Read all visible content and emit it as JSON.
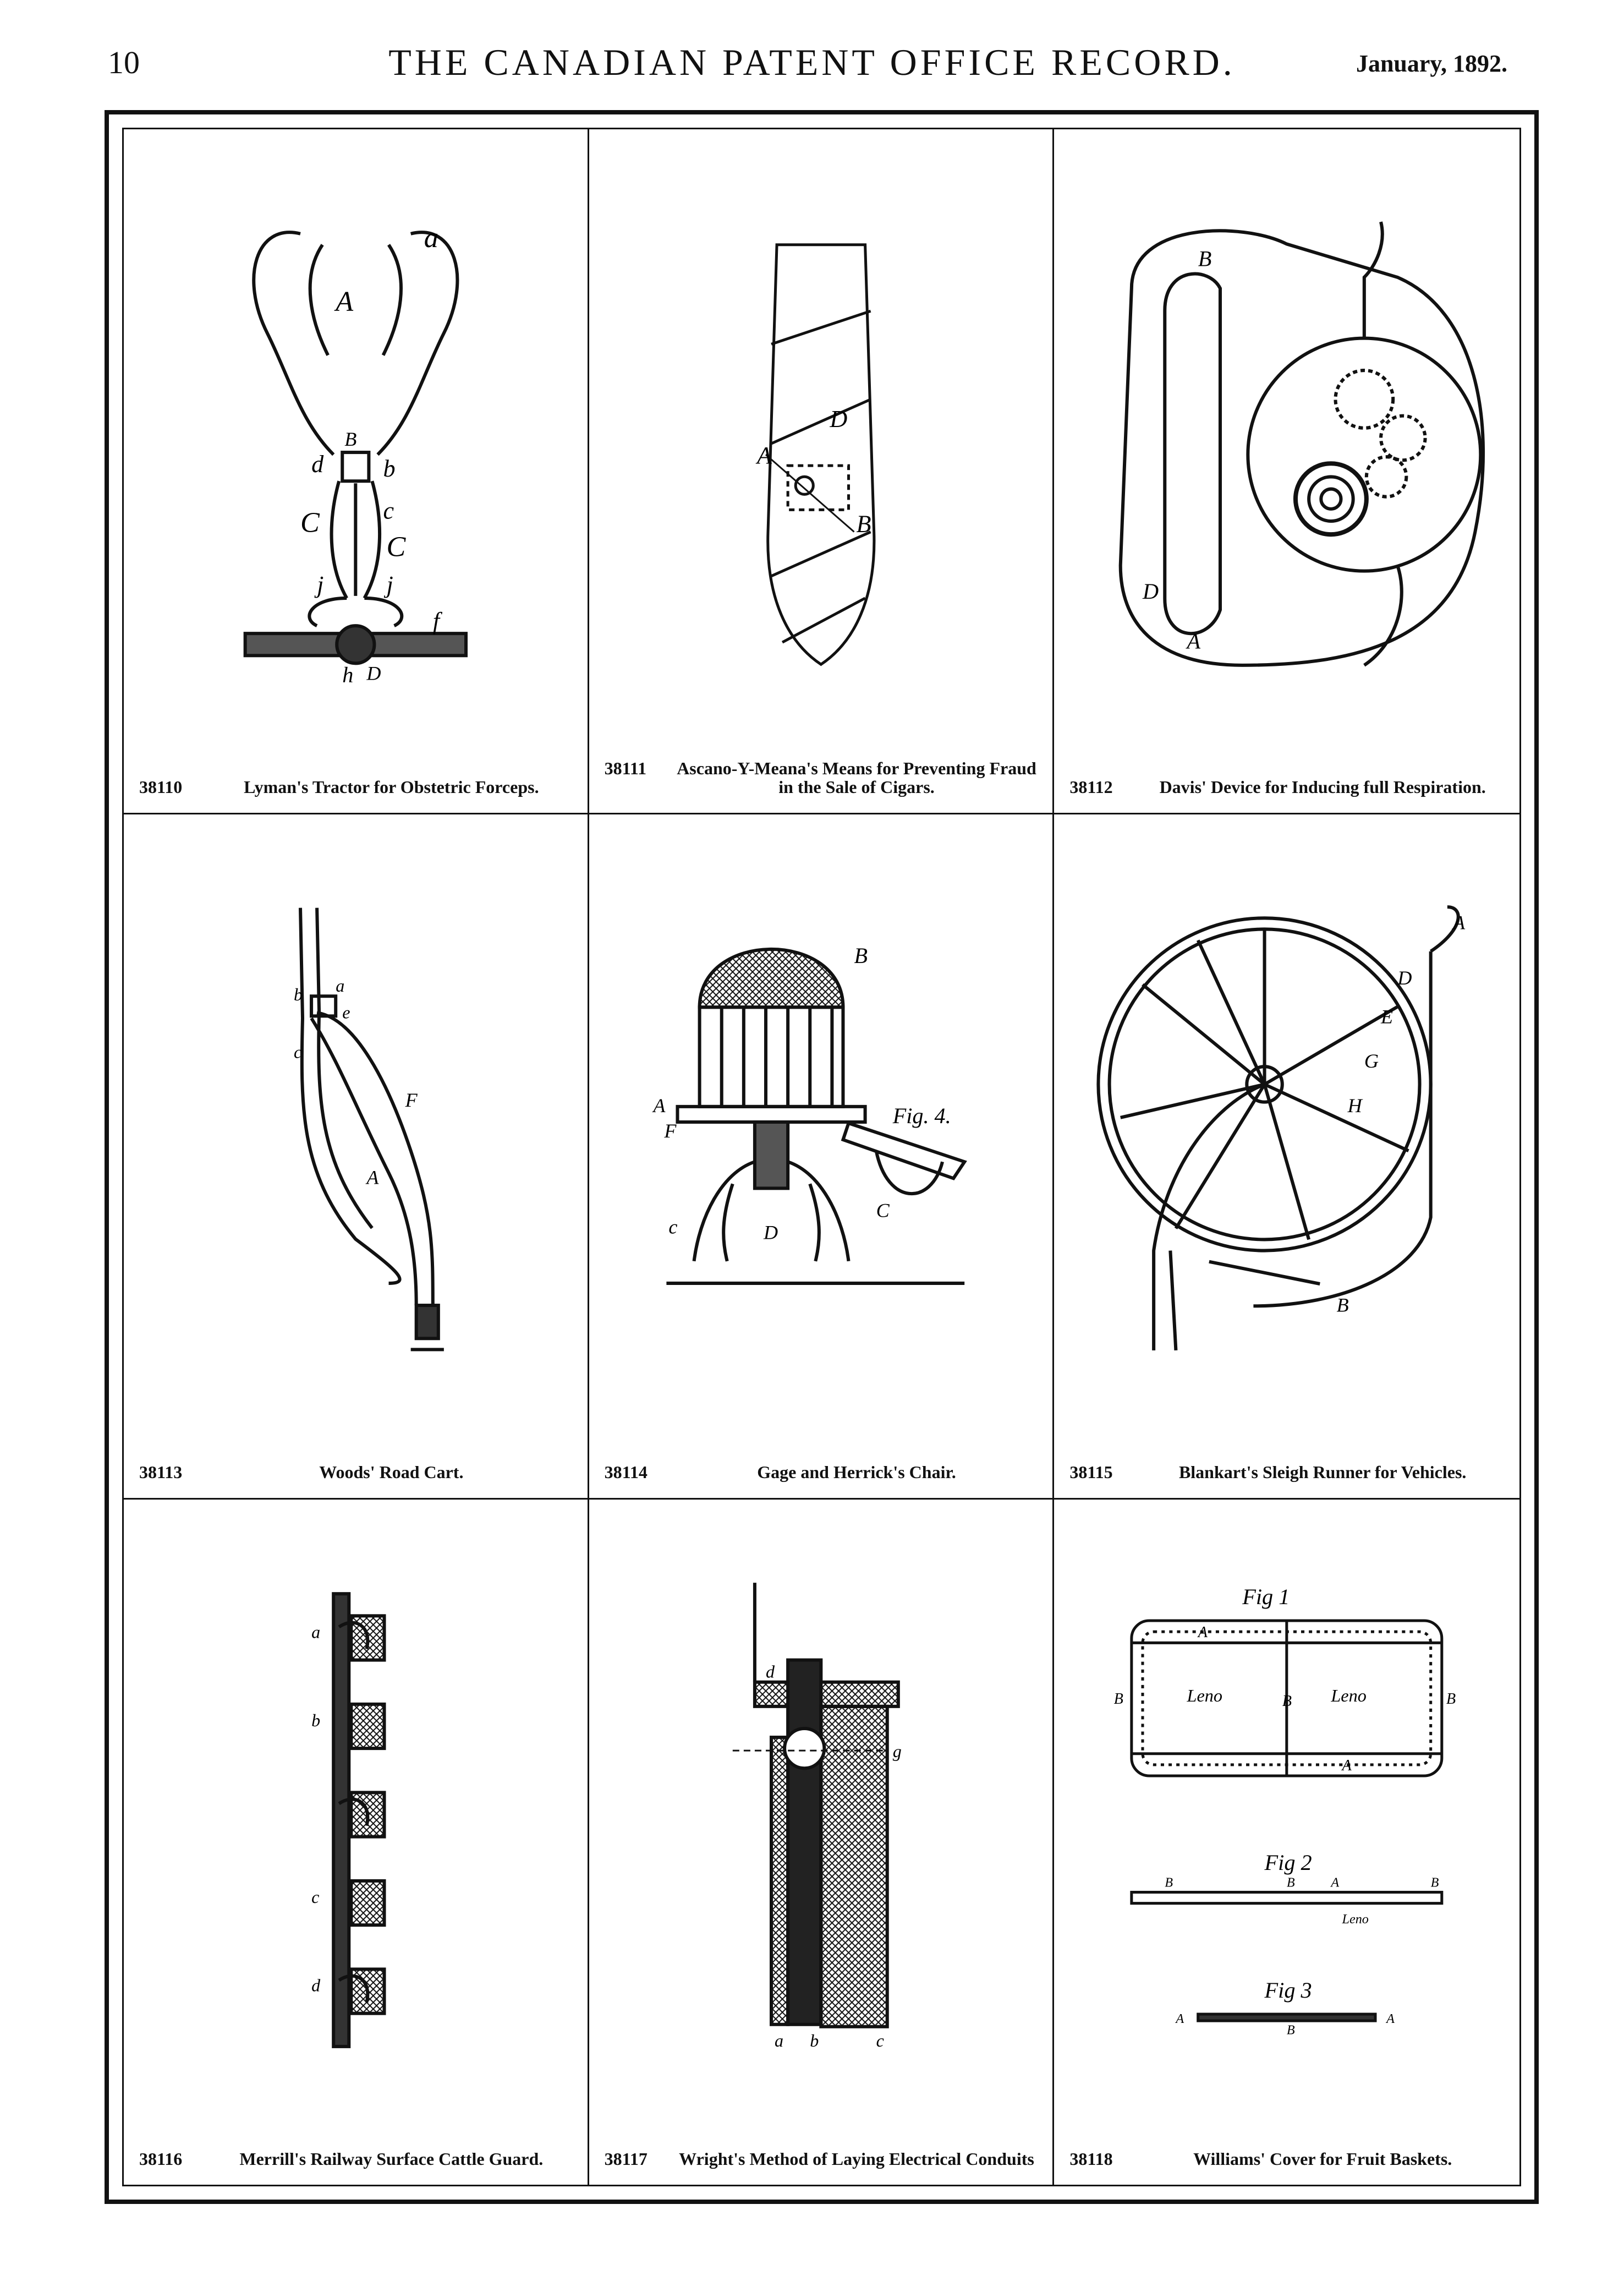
{
  "header": {
    "page_number": "10",
    "title": "THE CANADIAN PATENT OFFICE RECORD.",
    "date": "January, 1892."
  },
  "patents": [
    {
      "number": "38110",
      "title": "Lyman's Tractor for Obstetric Forceps."
    },
    {
      "number": "38111",
      "title": "Ascano-Y-Meana's Means for Preventing Fraud in the Sale of Cigars."
    },
    {
      "number": "38112",
      "title": "Davis' Device for Inducing full Respiration."
    },
    {
      "number": "38113",
      "title": "Woods' Road Cart."
    },
    {
      "number": "38114",
      "title": "Gage and Herrick's Chair."
    },
    {
      "number": "38115",
      "title": "Blankart's Sleigh Runner for Vehicles."
    },
    {
      "number": "38116",
      "title": "Merrill's Railway Surface Cattle Guard."
    },
    {
      "number": "38117",
      "title": "Wright's Method of Laying Electrical Conduits"
    },
    {
      "number": "38118",
      "title": "Williams' Cover for Fruit Baskets."
    }
  ],
  "figure_labels": {
    "forceps": [
      "a",
      "A",
      "B",
      "d",
      "b",
      "c",
      "C",
      "C",
      "j",
      "j",
      "f",
      "h",
      "D"
    ],
    "cigar": [
      "A",
      "B",
      "D"
    ],
    "respiration": [
      "A",
      "B",
      "D"
    ],
    "cart": [
      "a",
      "e",
      "b",
      "c",
      "F",
      "A"
    ],
    "chair": [
      "B",
      "A",
      "F",
      "Fig. 4.",
      "C",
      "D",
      "c"
    ],
    "sleigh": [
      "A",
      "D",
      "E",
      "G",
      "H",
      "B"
    ],
    "cattle_guard": [
      "a",
      "b",
      "c",
      "d"
    ],
    "conduit": [
      "d",
      "a",
      "b",
      "c",
      "g"
    ],
    "basket": [
      "Fig 1",
      "A",
      "B",
      "B",
      "B",
      "Leno",
      "Leno",
      "A",
      "Fig 2",
      "B",
      "B",
      "A",
      "B",
      "Leno",
      "Fig 3",
      "A",
      "B",
      "A"
    ]
  }
}
